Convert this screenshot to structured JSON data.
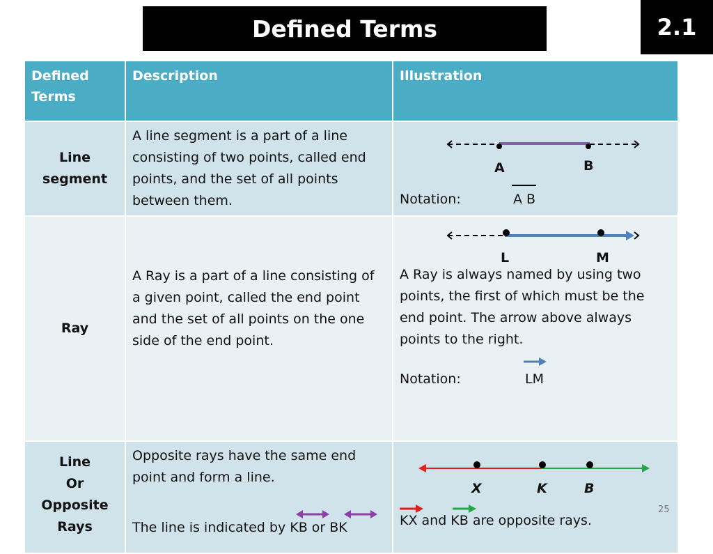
{
  "slide": {
    "title": "Defined Terms",
    "section": "2.1",
    "page_number": "25"
  },
  "table": {
    "headers": [
      "Defined Terms",
      "Description",
      "Illustration"
    ],
    "rows": [
      {
        "term": "Line segment",
        "description": "A line segment is a part of a line consisting of two points, called end points, and the set of all points between them.",
        "point_labels": [
          "A",
          "B"
        ],
        "notation_label": "Notation:",
        "notation_value": "A B"
      },
      {
        "term": "Ray",
        "description": "A Ray is a part of a line consisting of a given point, called the end point and the set of all points on the one side of the end point.",
        "point_labels": [
          "L",
          "M"
        ],
        "illustration_text": "A Ray is always named by using two points, the first of which must be the end point. The arrow above always points to the right.",
        "notation_label": "Notation:",
        "notation_value": "LM"
      },
      {
        "term_lines": [
          "Line",
          "Or",
          "Opposite",
          "Rays"
        ],
        "description_1": "Opposite rays have the same end point and form a line.",
        "description_2": "The line is indicated by KB or  BK",
        "point_labels": [
          "X",
          "K",
          "B"
        ],
        "illustration_text": "KX and KB are opposite rays."
      }
    ]
  },
  "colors": {
    "header": "#4bacc6",
    "row_dark": "#d0e3ea",
    "row_light": "#e9f1f5",
    "segment": "#8064a2",
    "ray": "#4f81bd",
    "ray_red": "#e41e1e",
    "ray_green": "#22a84a"
  }
}
